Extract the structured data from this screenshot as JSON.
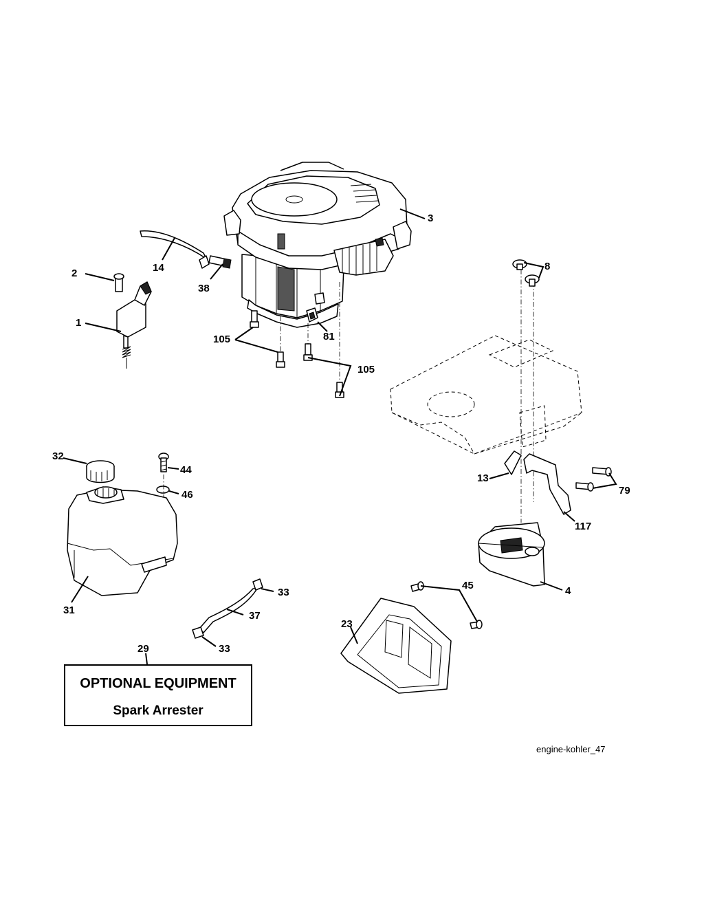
{
  "callouts": {
    "c1": "1",
    "c2": "2",
    "c3": "3",
    "c4": "4",
    "c8": "8",
    "c13": "13",
    "c14": "14",
    "c23": "23",
    "c29": "29",
    "c31": "31",
    "c32": "32",
    "c33a": "33",
    "c33b": "33",
    "c37": "37",
    "c38": "38",
    "c44": "44",
    "c45": "45",
    "c46": "46",
    "c79": "79",
    "c81": "81",
    "c105a": "105",
    "c105b": "105",
    "c117": "117"
  },
  "optional_box": {
    "title": "OPTIONAL EQUIPMENT",
    "subtitle": "Spark Arrester"
  },
  "figure_id": "engine-kohler_47"
}
